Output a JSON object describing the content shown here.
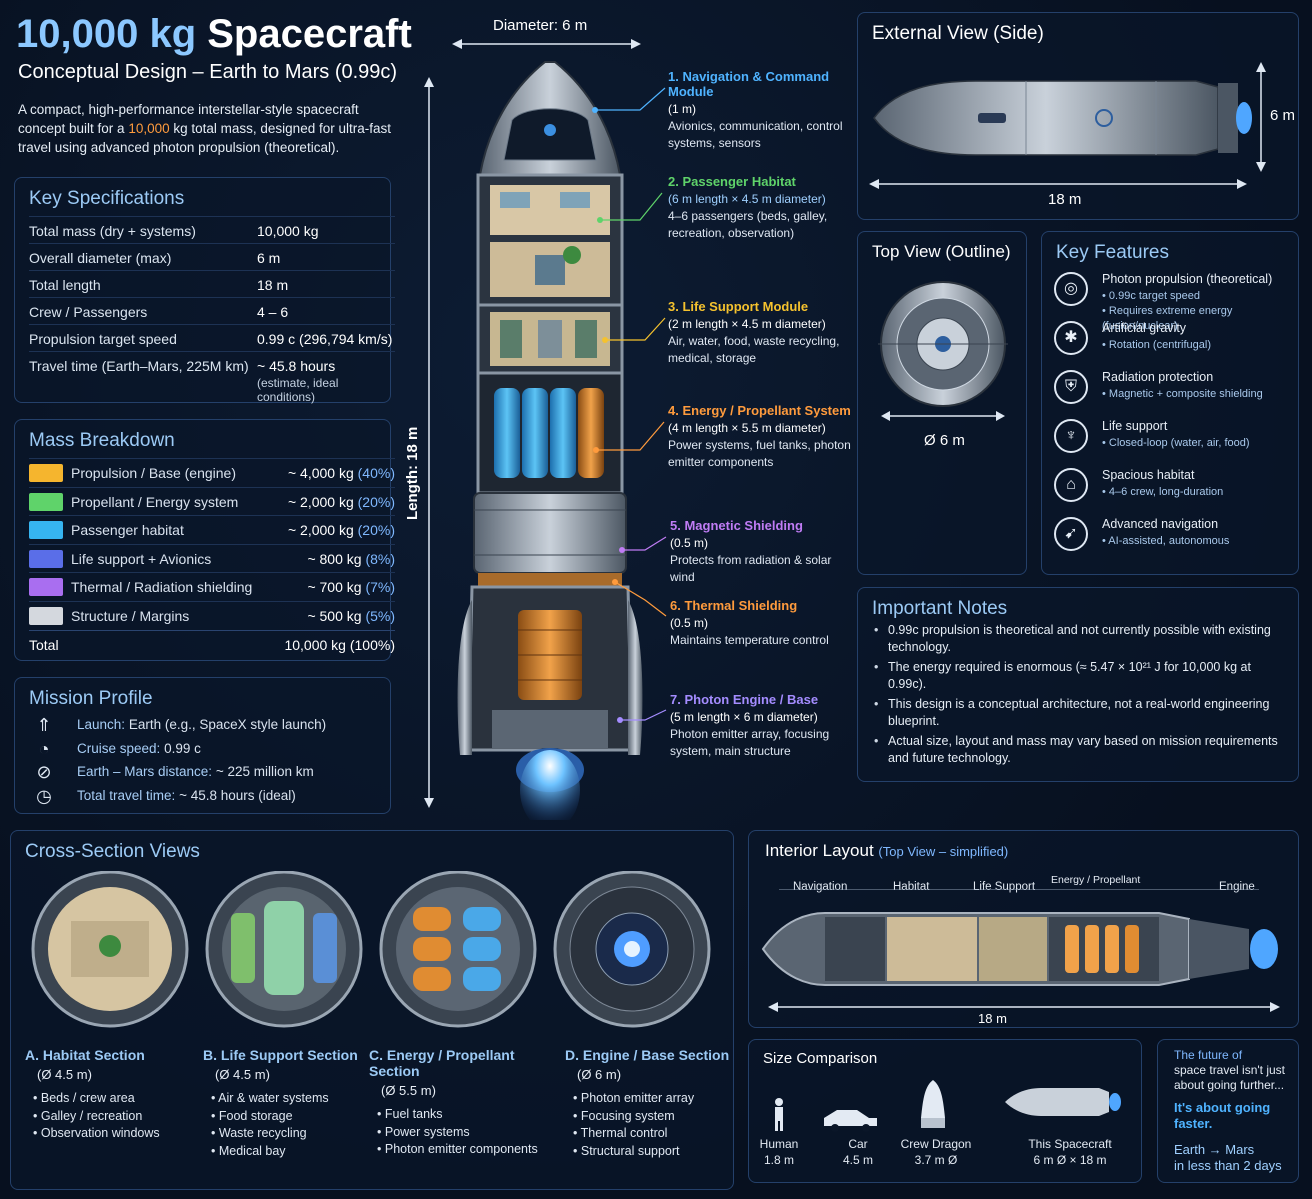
{
  "header": {
    "title_num": "10,000 kg",
    "title_rest": " Spacecraft",
    "subtitle": "Conceptual Design – Earth to Mars (0.99c)",
    "intro_pre": "A compact, high-performance interstellar-style spacecraft concept built for a ",
    "intro_mass": "10,000",
    "intro_post": " kg total mass, designed for ultra-fast travel using advanced photon propulsion (theoretical)."
  },
  "specs": {
    "title": "Key Specifications",
    "rows": [
      {
        "k": "Total mass (dry + systems)",
        "v": "10,000 kg",
        "note": ""
      },
      {
        "k": "Overall diameter (max)",
        "v": "6 m",
        "note": ""
      },
      {
        "k": "Total length",
        "v": "18 m",
        "note": ""
      },
      {
        "k": "Crew / Passengers",
        "v": "4 – 6",
        "note": ""
      },
      {
        "k": "Propulsion target speed",
        "v": "0.99 c (296,794 km/s)",
        "note": ""
      },
      {
        "k": "Travel time (Earth–Mars, 225M km)",
        "v": "~ 45.8 hours",
        "note": "(estimate, ideal conditions)"
      }
    ]
  },
  "mass": {
    "title": "Mass Breakdown",
    "rows": [
      {
        "k": "Propulsion / Base (engine)",
        "v": "~ 4,000 kg",
        "p": "(40%)",
        "color": "#f5b52e"
      },
      {
        "k": "Propellant / Energy system",
        "v": "~ 2,000 kg",
        "p": "(20%)",
        "color": "#5fd36a"
      },
      {
        "k": "Passenger habitat",
        "v": "~ 2,000 kg",
        "p": "(20%)",
        "color": "#36b4f0"
      },
      {
        "k": "Life support + Avionics",
        "v": "~ 800 kg",
        "p": "(8%)",
        "color": "#5a6ee8"
      },
      {
        "k": "Thermal / Radiation shielding",
        "v": "~ 700 kg",
        "p": "(7%)",
        "color": "#a96ef0"
      },
      {
        "k": "Structure / Margins",
        "v": "~ 500 kg",
        "p": "(5%)",
        "color": "#d4d8de"
      }
    ],
    "total_label": "Total",
    "total_value": "10,000 kg (100%)"
  },
  "mission": {
    "title": "Mission Profile",
    "rows": [
      {
        "icon": "rocket-icon",
        "lbl": "Launch:",
        "val": "Earth (e.g., SpaceX style launch)"
      },
      {
        "icon": "speed-icon",
        "lbl": "Cruise speed:",
        "val": "0.99 c"
      },
      {
        "icon": "route-icon",
        "lbl": "Earth – Mars distance:",
        "val": "~ 225 million km"
      },
      {
        "icon": "clock-icon",
        "lbl": "Total travel time:",
        "val": "~ 45.8 hours (ideal)"
      }
    ]
  },
  "diagram": {
    "diameter_label": "Diameter: 6 m",
    "length_label": "Length: 18 m"
  },
  "callouts": [
    {
      "title": "1. Navigation & Command Module",
      "dims": "(1 m)",
      "desc": "Avionics, communication, control systems, sensors",
      "color": "#4fb3ff"
    },
    {
      "title": "2. Passenger Habitat",
      "dims": "(6 m length × 4.5 m diameter)",
      "desc": "4–6 passengers (beds, galley, recreation, observation)",
      "color": "#5fd36a"
    },
    {
      "title": "3. Life Support Module",
      "dims": "(2 m length × 4.5 m diameter)",
      "desc": "Air, water, food, waste recycling, medical, storage",
      "color": "#f5c22e"
    },
    {
      "title": "4. Energy / Propellant System",
      "dims": "(4 m length × 5.5 m diameter)",
      "desc": "Power systems, fuel tanks, photon emitter components",
      "color": "#ff9b3d"
    },
    {
      "title": "5. Magnetic Shielding",
      "dims": "(0.5 m)",
      "desc": "Protects from radiation & solar wind",
      "color": "#c07cf5"
    },
    {
      "title": "6. Thermal Shielding",
      "dims": "(0.5 m)",
      "desc": "Maintains temperature control",
      "color": "#ff9b3d"
    },
    {
      "title": "7. Photon Engine / Base",
      "dims": "(5 m length × 6 m diameter)",
      "desc": "Photon emitter array, focusing system, main structure",
      "color": "#a48cff"
    }
  ],
  "external": {
    "title": "External View (Side)",
    "height_label": "6 m",
    "length_label": "18 m"
  },
  "topview": {
    "title": "Top View (Outline)",
    "dia_label": "Ø 6 m"
  },
  "features": {
    "title": "Key Features",
    "items": [
      {
        "icon": "target-icon",
        "glyph": "◎",
        "t": "Photon propulsion (theoretical)",
        "d1": "• 0.99c target speed",
        "d2": "• Requires extreme energy (fusion/nuclear)"
      },
      {
        "icon": "gravity-icon",
        "glyph": "✱",
        "t": "Artificial gravity",
        "d1": "• Rotation (centrifugal)",
        "d2": ""
      },
      {
        "icon": "shield-icon",
        "glyph": "⛨",
        "t": "Radiation protection",
        "d1": "• Magnetic + composite shielding",
        "d2": ""
      },
      {
        "icon": "life-support-icon",
        "glyph": "♆",
        "t": "Life support",
        "d1": "• Closed-loop (water, air, food)",
        "d2": ""
      },
      {
        "icon": "habitat-icon",
        "glyph": "⌂",
        "t": "Spacious habitat",
        "d1": "• 4–6 crew, long-duration",
        "d2": ""
      },
      {
        "icon": "navigation-icon",
        "glyph": "➹",
        "t": "Advanced navigation",
        "d1": "• AI-assisted, autonomous",
        "d2": ""
      }
    ]
  },
  "notes": {
    "title": "Important Notes",
    "items": [
      "0.99c propulsion is theoretical and not currently possible with existing technology.",
      "The energy required is enormous (≈ 5.47 × 10²¹ J for 10,000 kg at 0.99c).",
      "This design is a conceptual architecture, not a real-world engineering blueprint.",
      "Actual size, layout and mass may vary based on mission requirements and future technology."
    ]
  },
  "cross": {
    "title": "Cross-Section Views",
    "items": [
      {
        "t": "A. Habitat Section",
        "s": "(Ø 4.5 m)",
        "l": [
          "Beds / crew area",
          "Galley / recreation",
          "Observation windows"
        ]
      },
      {
        "t": "B. Life Support Section",
        "s": "(Ø 4.5 m)",
        "l": [
          "Air & water systems",
          "Food storage",
          "Waste recycling",
          "Medical bay"
        ]
      },
      {
        "t": "C. Energy / Propellant Section",
        "s": "(Ø 5.5 m)",
        "l": [
          "Fuel tanks",
          "Power systems",
          "Photon emitter components"
        ]
      },
      {
        "t": "D. Engine / Base Section",
        "s": "(Ø 6 m)",
        "l": [
          "Photon emitter array",
          "Focusing system",
          "Thermal control",
          "Structural support"
        ]
      }
    ]
  },
  "interior": {
    "title": "Interior Layout",
    "subtitle": "(Top View – simplified)",
    "labels": [
      "Navigation",
      "Habitat",
      "Life Support",
      "Energy / Propellant",
      "Engine"
    ],
    "length_label": "18 m"
  },
  "size": {
    "title": "Size Comparison",
    "items": [
      {
        "n": "Human",
        "d": "1.8 m"
      },
      {
        "n": "Car",
        "d": "4.5 m"
      },
      {
        "n": "Crew Dragon",
        "d": "3.7 m Ø"
      },
      {
        "n": "This Spacecraft",
        "d": "6 m Ø × 18 m"
      }
    ]
  },
  "tagline": {
    "l1": "The future of",
    "l2": "space travel isn't just",
    "l3": "about going further...",
    "l4": "It's about going",
    "l5": "faster.",
    "l6": "Earth → Mars",
    "l7": "in less than 2 days"
  }
}
